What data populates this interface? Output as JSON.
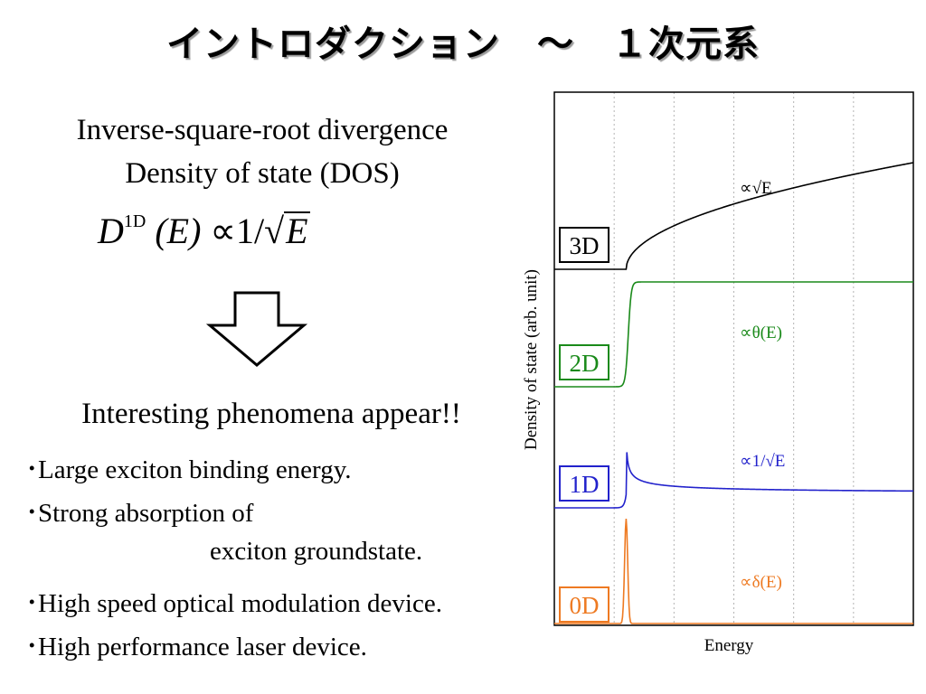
{
  "slide": {
    "title": "イントロダクション　～　１次元系",
    "heading_line1": "Inverse-square-root divergence",
    "heading_line2": "Density of state (DOS)",
    "formula": {
      "D": "D",
      "sup": "1D",
      "arg": "(E)",
      "prop": "∝",
      "one_over": "1/",
      "radicand": "E"
    },
    "phenomena_heading": "Interesting phenomena appear!!",
    "bullet_mark": "･",
    "bullets": [
      "Large exciton binding energy.",
      "Strong absorption of",
      "High speed optical modulation device.",
      "High performance laser device."
    ],
    "bullet2_continuation": "exciton groundstate."
  },
  "chart_data": {
    "type": "line",
    "xlabel": "Energy",
    "ylabel": "Density of state (arb. unit)",
    "grid": "vertical dotted lines",
    "band_edge": 0.2,
    "xlim": [
      0,
      1
    ],
    "series": [
      {
        "name": "3D",
        "annotation": "∝√E",
        "color": "#000000"
      },
      {
        "name": "2D",
        "annotation": "∝θ(E)",
        "color": "#1a8a1a"
      },
      {
        "name": "1D",
        "annotation": "∝1/√E",
        "color": "#2222cc"
      },
      {
        "name": "0D",
        "annotation": "∝δ(E)",
        "color": "#ee7a22"
      }
    ]
  }
}
